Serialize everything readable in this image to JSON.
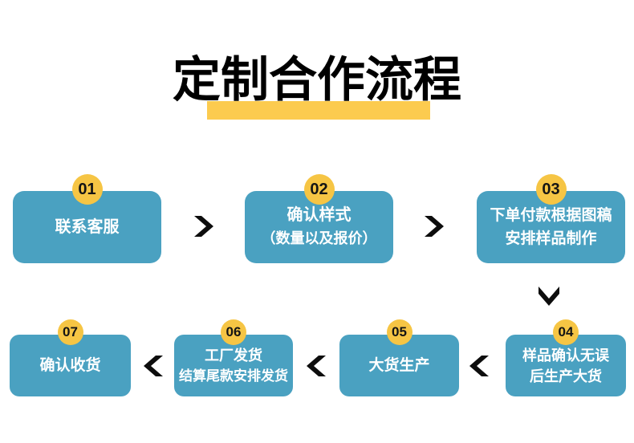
{
  "title": {
    "text": "定制合作流程"
  },
  "colors": {
    "background": "#FFFFFF",
    "box_fill": "#4AA1C1",
    "box_text": "#FFFFFF",
    "badge_fill": "#F6C544",
    "title_highlight": "#FCCB4F",
    "title_text": "#000000",
    "arrow": "#0D0D0D"
  },
  "flow": {
    "steps": [
      {
        "number": "01",
        "lines": [
          "联系客服"
        ]
      },
      {
        "number": "02",
        "lines": [
          "确认样式",
          "（数量以及报价）"
        ]
      },
      {
        "number": "03",
        "lines": [
          "下单付款根据图稿",
          "安排样品制作"
        ]
      },
      {
        "number": "04",
        "lines": [
          "样品确认无误",
          "后生产大货"
        ]
      },
      {
        "number": "05",
        "lines": [
          "大货生产"
        ]
      },
      {
        "number": "06",
        "lines": [
          "工厂发货",
          "结算尾款安排发货"
        ]
      },
      {
        "number": "07",
        "lines": [
          "确认收货"
        ]
      }
    ]
  },
  "icons": {
    "step_forward": "chevron-right-icon",
    "step_down": "chevron-down-icon",
    "step_back": "chevron-left-icon"
  }
}
